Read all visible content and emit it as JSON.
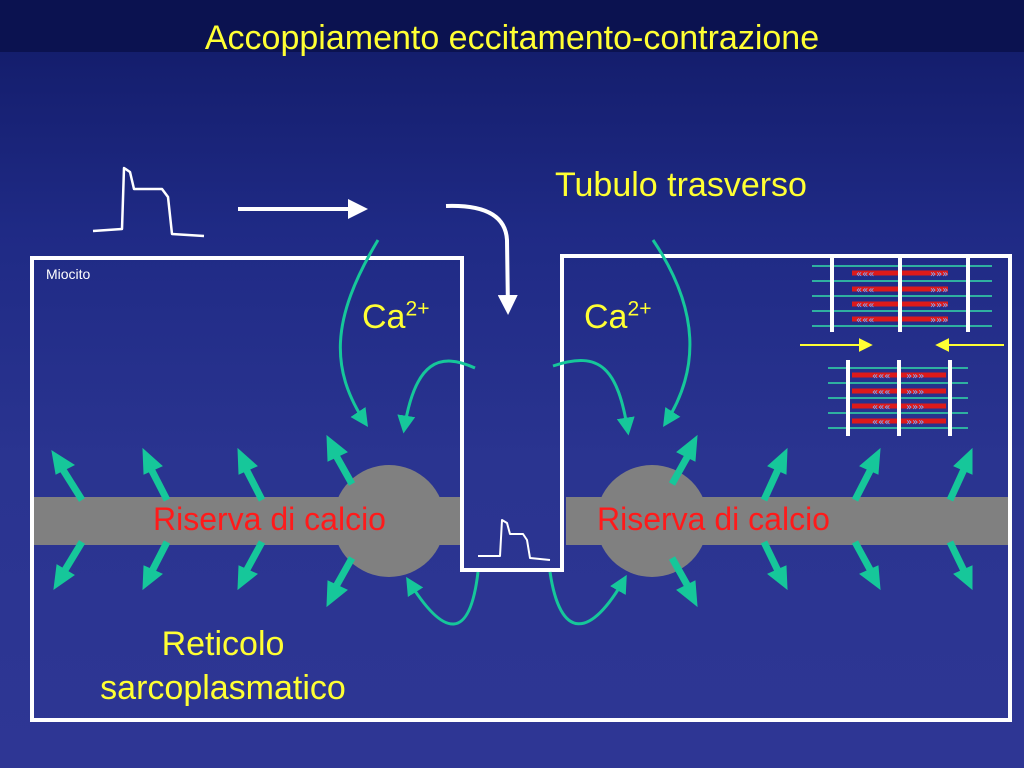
{
  "slide": {
    "title": "Accoppiamento eccitamento-contrazione"
  },
  "labels": {
    "tubulo": "Tubulo trasverso",
    "miocito": "Miocito",
    "ca_base": "Ca",
    "ca_charge": "2+",
    "riserva": "Riserva di calcio",
    "reticolo_line1": "Reticolo",
    "reticolo_line2": "sarcoplasmatico"
  },
  "colors": {
    "title": "#ffff33",
    "label_yellow": "#ffff33",
    "riserva_text": "#ff1a1a",
    "arrows_teal": "#16c79a",
    "reticulum_gray": "#808080",
    "membrane": "#ffffff",
    "actin": "#dd1a1a",
    "myosin_lines": "#2fb0a0"
  }
}
